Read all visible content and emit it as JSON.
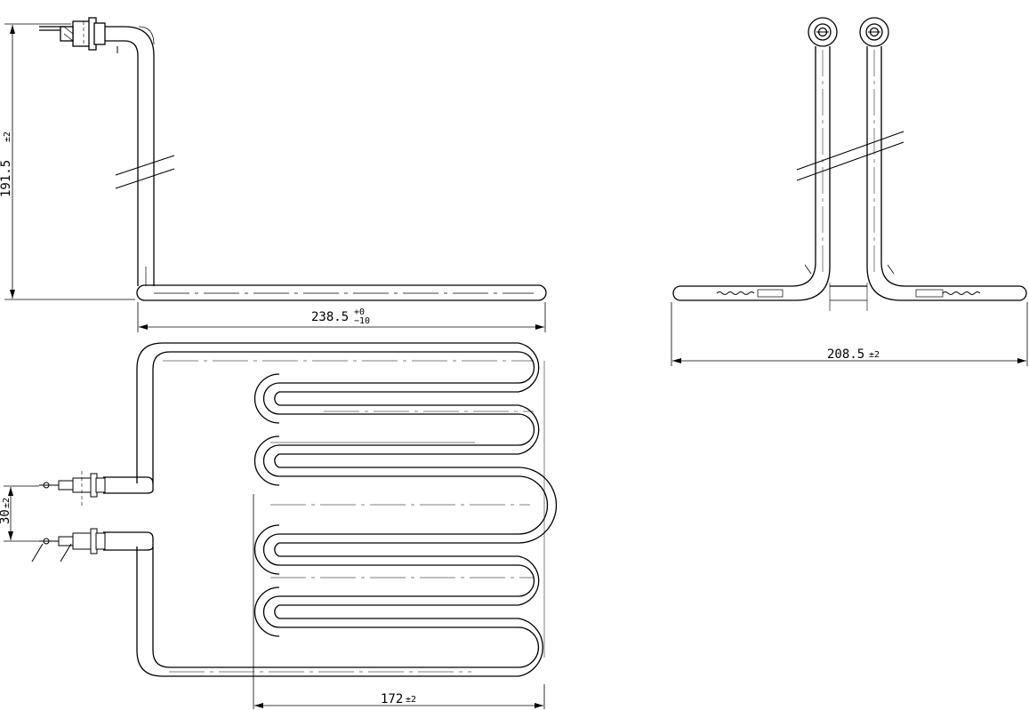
{
  "dimensions": {
    "height": {
      "value": "191.5",
      "tolerance": "±2"
    },
    "length": {
      "value": "238.5",
      "tol_upper": "+0",
      "tol_lower": "−10"
    },
    "spacing": {
      "value": "30",
      "tolerance": "±2"
    },
    "width": {
      "value": "172",
      "tolerance": "±2"
    },
    "depth": {
      "value": "208.5",
      "tolerance": "±2"
    }
  }
}
